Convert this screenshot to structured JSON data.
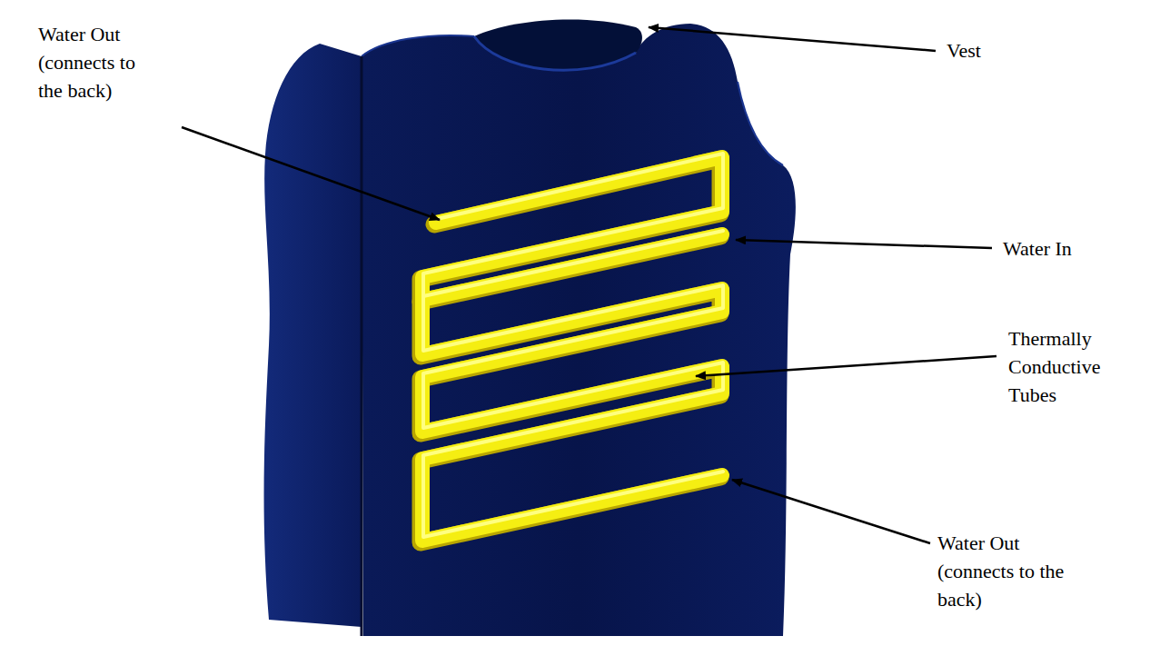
{
  "diagram": {
    "labels": [
      "Water Out (connects to the back)",
      "Vest",
      "Water In",
      "Thermally Conductive Tubes",
      "Water Out (connects to the back)"
    ]
  }
}
